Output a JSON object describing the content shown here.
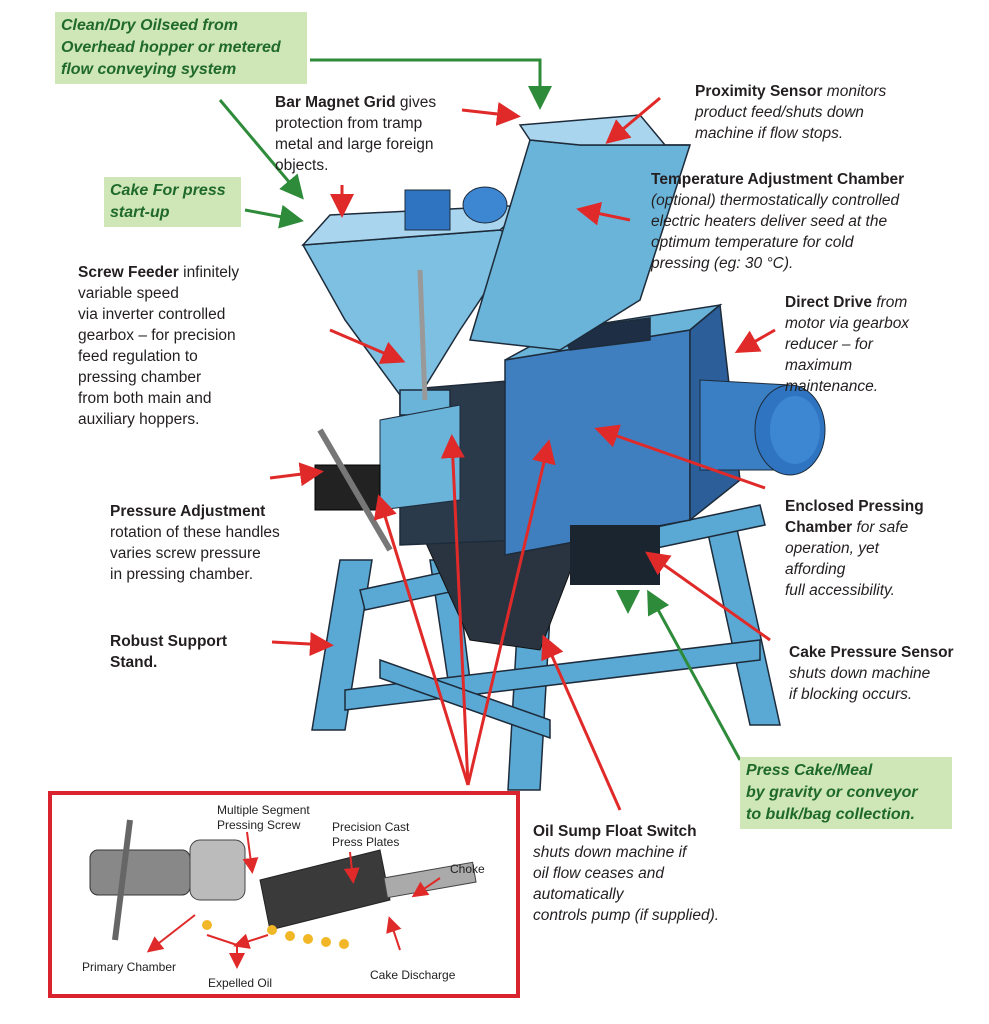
{
  "feed_box": {
    "lines": [
      "Clean/Dry Oilseed from",
      "Overhead hopper or metered",
      "flow conveying system"
    ]
  },
  "cake_box": {
    "lines": [
      "Cake For press",
      "start-up"
    ]
  },
  "press_cake_box": {
    "lines": [
      "Press Cake/Meal",
      "by gravity or conveyor",
      "to bulk/bag collection."
    ]
  },
  "bar_magnet": {
    "title": "Bar Magnet Grid",
    "lines": [
      " gives",
      "protection from tramp",
      "metal and large foreign",
      "objects."
    ]
  },
  "proximity": {
    "title": "Proximity Sensor",
    "lines": [
      " monitors",
      "product feed/shuts down",
      "machine if flow stops."
    ]
  },
  "temperature": {
    "title": "Temperature Adjustment Chamber",
    "lines": [
      "(optional) thermostatically controlled",
      "electric heaters deliver seed at the",
      "optimum temperature for cold",
      "pressing (eg: 30 °C)."
    ]
  },
  "screw_feeder": {
    "title": "Screw Feeder",
    "lines": [
      " infinitely",
      "variable speed",
      "via inverter controlled",
      "gearbox – for precision",
      "feed regulation to",
      "pressing chamber",
      "from both main and",
      "auxiliary hoppers."
    ]
  },
  "direct_drive": {
    "title": "Direct Drive",
    "lines": [
      " from",
      "motor via gearbox",
      "reducer – for",
      "maximum",
      "maintenance."
    ]
  },
  "pressure_adj": {
    "title": "Pressure Adjustment",
    "lines": [
      "rotation of these handles",
      "varies screw  pressure",
      "in pressing chamber."
    ]
  },
  "enclosed": {
    "title": "Enclosed Pressing",
    "title2": "Chamber",
    "lines": [
      " for safe",
      "operation, yet",
      "affording",
      "full accessibility."
    ]
  },
  "stand": {
    "lines": [
      "Robust Support",
      "Stand."
    ]
  },
  "cake_sensor": {
    "title": "Cake Pressure Sensor",
    "lines": [
      "shuts down machine",
      "if blocking occurs."
    ]
  },
  "oil_sump": {
    "title": "Oil Sump Float Switch",
    "lines": [
      "shuts down machine if",
      "oil flow ceases and",
      "automatically",
      "controls pump (if supplied)."
    ]
  },
  "inset": {
    "multiple_segment": [
      "Multiple Segment",
      "Pressing Screw"
    ],
    "precision_cast": [
      "Precision Cast",
      "Press Plates"
    ],
    "choke": "Choke",
    "primary_chamber": "Primary Chamber",
    "expelled_oil": "Expelled Oil",
    "cake_discharge": "Cake Discharge"
  },
  "colors": {
    "machine_blue": "#6ab3d9",
    "arrow_red": "#e02a2a",
    "arrow_green": "#2e8b3a",
    "box_green": "#cfe6b6",
    "inset_border": "#d9232e"
  }
}
